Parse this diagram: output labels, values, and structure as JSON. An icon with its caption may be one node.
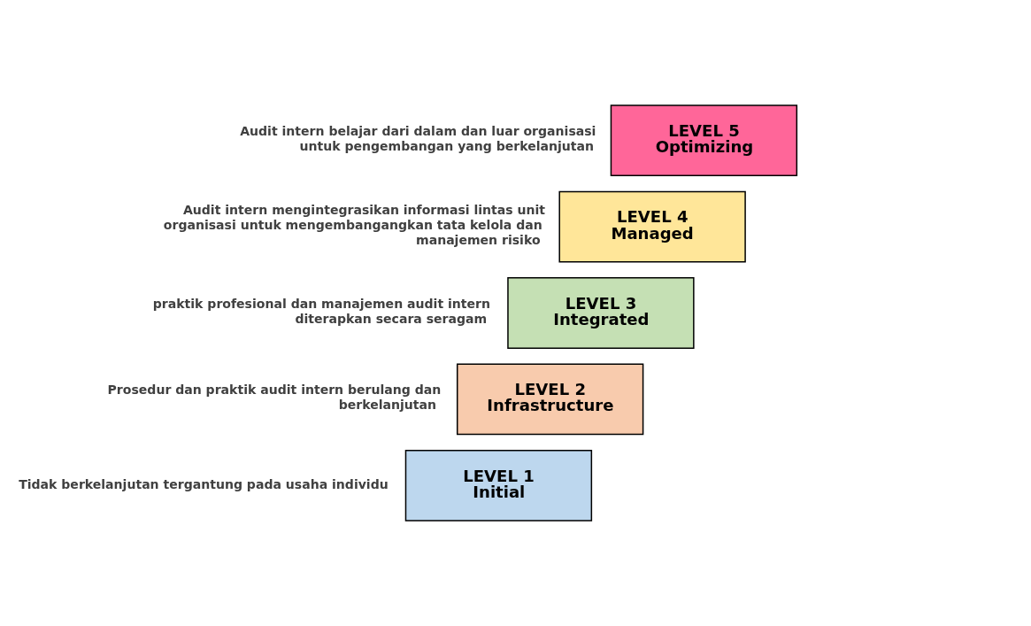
{
  "diagram": {
    "nodes": [
      {
        "text": [
          "LEVEL 5",
          "Optimizing"
        ],
        "beside": [
          "Audit intern belajar dari dalam dan luar organisasi untuk pengembangan yang berkelanjutan"
        ]
      },
      {
        "text": [
          "LEVEL 4",
          "Managed"
        ],
        "beside": [
          "Audit intern mengintegrasikan informasi lintas unit organisasi untuk mengembangangkan tata kelola dan manajemen risiko"
        ]
      },
      {
        "text": [
          "LEVEL 3",
          "Integrated"
        ],
        "beside": [
          "praktik profesional dan manajemen audit intern diterapkan secara seragam"
        ]
      },
      {
        "text": [
          "LEVEL 2",
          "Infrastructure"
        ],
        "beside": [
          "Prosedur dan praktik audit intern berulang dan berkelanjutan"
        ]
      },
      {
        "text": [
          "LEVEL 1",
          "Initial"
        ],
        "beside": [
          "Tidak berkelanjutan tergantung pada usaha individu"
        ]
      }
    ]
  }
}
